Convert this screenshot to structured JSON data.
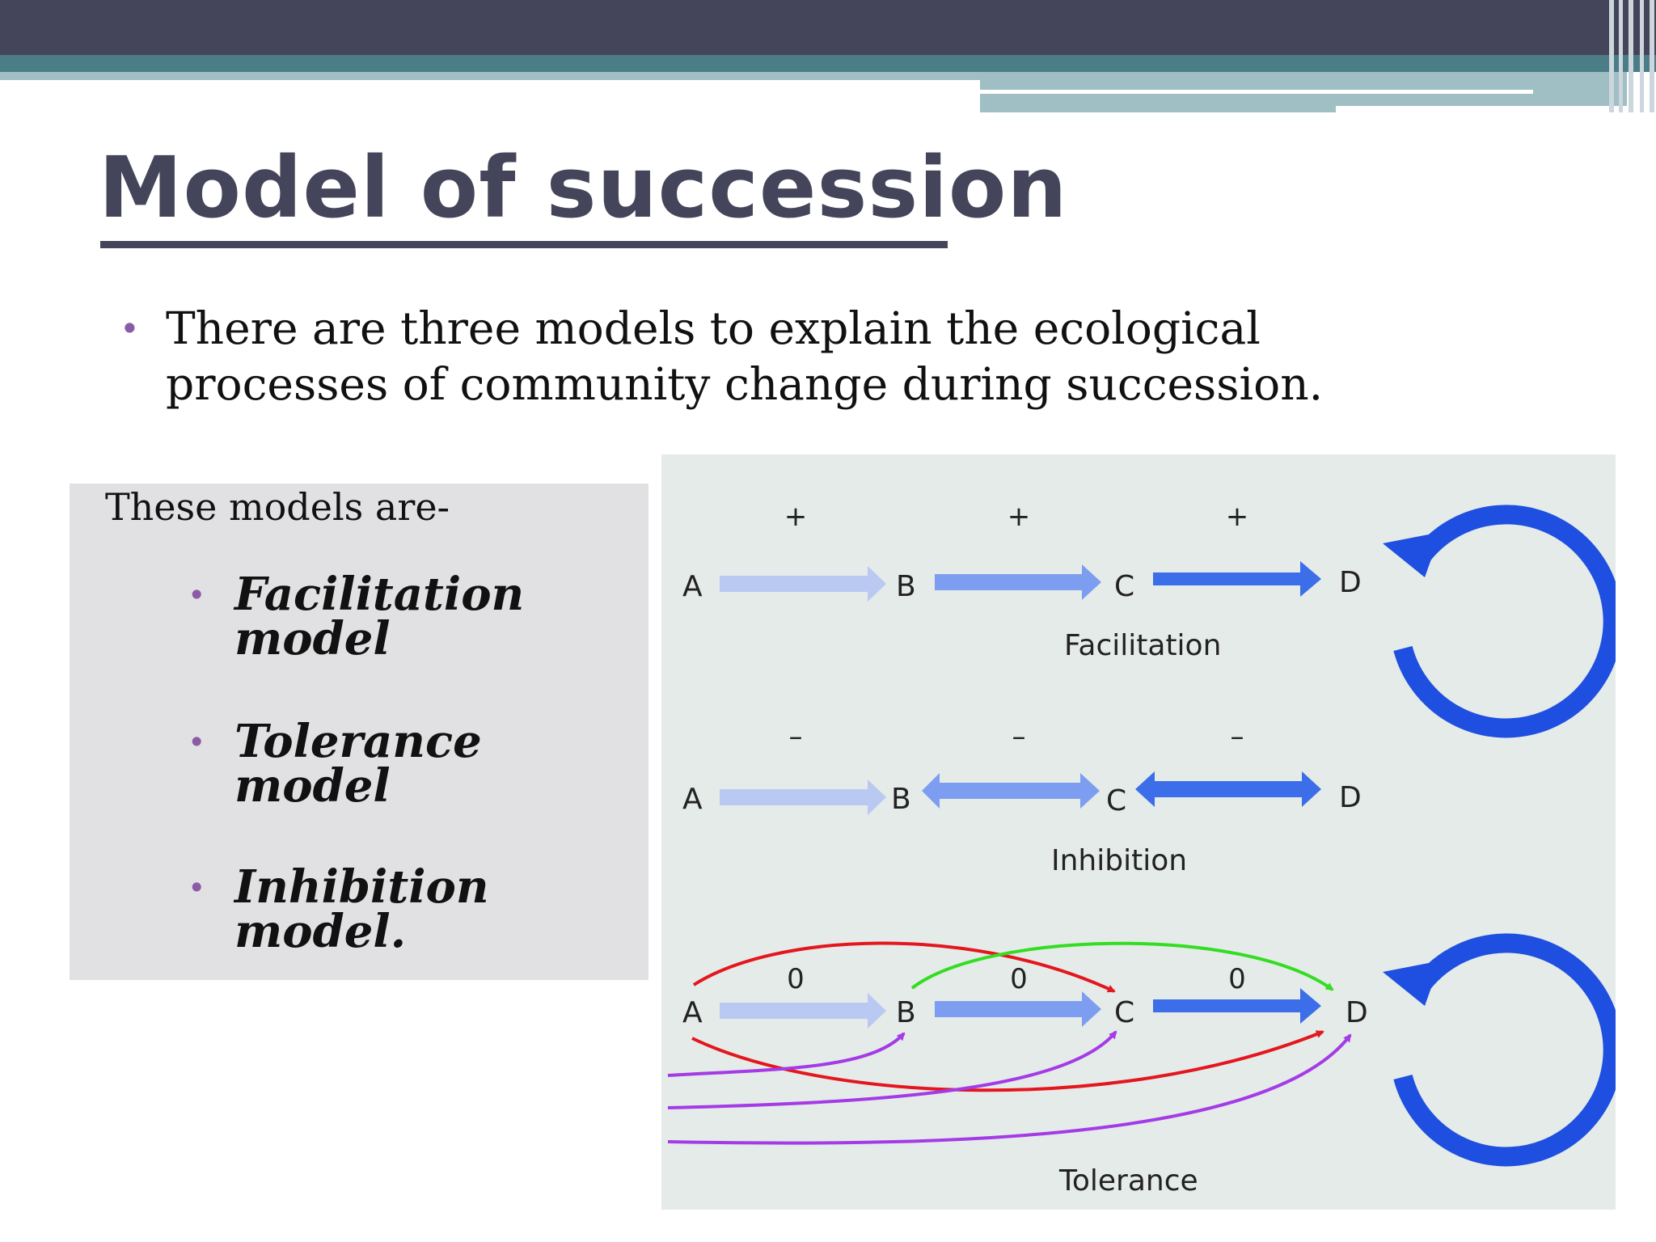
{
  "slide": {
    "title": "Model of succession",
    "intro": "There are three models to explain the ecological processes of community change during succession.",
    "box": {
      "heading": "These models are-",
      "items": [
        "Facilitation model",
        "Tolerance model",
        "Inhibition model."
      ]
    }
  },
  "diagram": {
    "rows": [
      {
        "caption": "Facilitation",
        "nodes": [
          "A",
          "B",
          "C",
          "D"
        ],
        "signs": [
          "+",
          "+",
          "+"
        ]
      },
      {
        "caption": "Inhibition",
        "nodes": [
          "A",
          "B",
          "C",
          "D"
        ],
        "signs": [
          "–",
          "–",
          "–"
        ]
      },
      {
        "caption": "Tolerance",
        "nodes": [
          "A",
          "B",
          "C",
          "D"
        ],
        "signs": [
          "0",
          "0",
          "0"
        ]
      }
    ]
  },
  "colors": {
    "topbar": "#44455a",
    "teal": "#4a7d85",
    "bullet": "#8c5ba8",
    "arrow_light": "#b9c9f1",
    "arrow_mid": "#7d9ef0",
    "arrow_dark": "#3b6ee8",
    "cycle": "#1e4fe0",
    "red": "#e4161e",
    "green": "#33dd22",
    "purple": "#a43be6"
  }
}
